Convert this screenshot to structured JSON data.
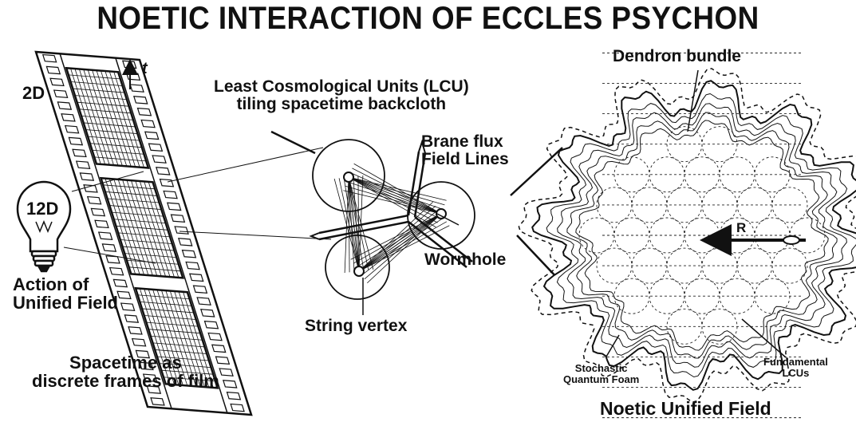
{
  "title": "NOETIC INTERACTION OF ECCLES PSYCHON",
  "labels": {
    "dim2d": "2D",
    "time_axis": "t",
    "dim12d": "12D",
    "action_line1": "Action of",
    "action_line2": "Unified Field",
    "lcu_line1": "Least Cosmological Units (LCU)",
    "lcu_line2": "tiling spacetime backcloth",
    "brane_line1": "Brane flux",
    "brane_line2": "Field Lines",
    "wormhole": "Wormhole",
    "string_vertex": "String vertex",
    "spacetime_line1": "Spacetime as",
    "spacetime_line2": "discrete frames of film",
    "dendron": "Dendron bundle",
    "radius": "R",
    "stochastic_line1": "Stochastic",
    "stochastic_line2": "Quantum Foam",
    "fundamental_line1": "Fundamental",
    "fundamental_line2": "LCUs",
    "noetic_field": "Noetic Unified Field"
  },
  "colors": {
    "ink": "#111111",
    "background": "#ffffff"
  }
}
